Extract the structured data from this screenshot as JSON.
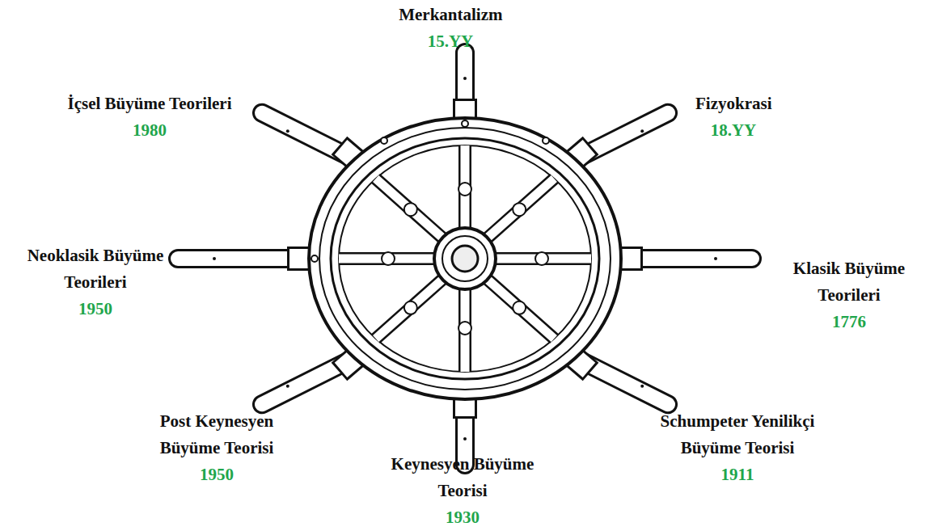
{
  "diagram": {
    "labels": [
      "Merkantalizm",
      "15.YY",
      "Fizyokrasi",
      "18.YY",
      "Klasik Büyüme Teorileri",
      "1776",
      "Schumpeter Yenilikçi Büyüme Teorisi",
      "1911",
      "Keynesyen Büyüme Teorisi",
      "1930",
      "Post Keynesyen Büyüme Teorisi",
      "1950",
      "Neoklasik Büyüme Teorileri",
      "1950",
      "İçsel Büyüme Teorileri",
      "1980"
    ]
  }
}
